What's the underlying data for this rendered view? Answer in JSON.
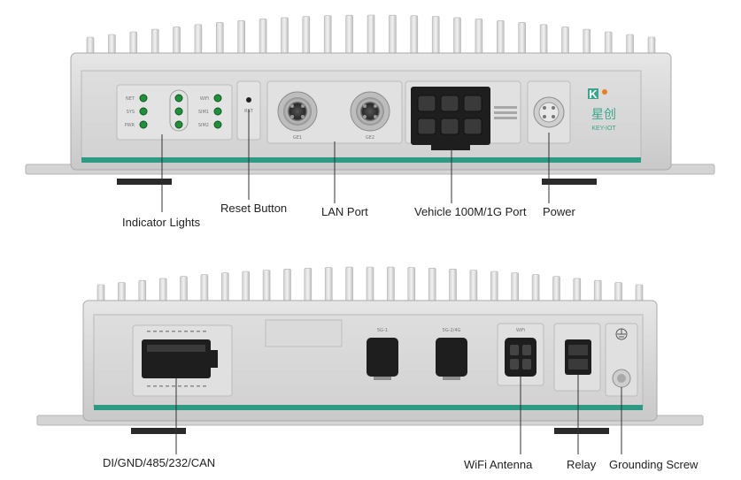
{
  "top_device": {
    "indicator_labels_left": [
      "NET",
      "SYS",
      "PWR"
    ],
    "indicator_labels_right": [
      "WiFi",
      "SIM1",
      "SIM2"
    ],
    "reset_label": "RST",
    "lan_labels": [
      "GE1",
      "GE2"
    ],
    "brand_logo": "K",
    "brand_name_cn": "星创",
    "brand_name": "KEY-IOT"
  },
  "bottom_device": {
    "port_labels": [
      "5G-1",
      "5G-2/4G",
      "WiFi"
    ]
  },
  "callouts": {
    "indicator_lights": "Indicator Lights",
    "reset_button": "Reset Button",
    "lan_port": "LAN Port",
    "vehicle_port": "Vehicle 100M/1G Port",
    "power": "Power",
    "di_port": "DI/GND/485/232/CAN",
    "wifi_antenna": "WiFi Antenna",
    "relay": "Relay",
    "grounding_screw": "Grounding Screw"
  },
  "colors": {
    "accent_stripe": "#2f9a84",
    "led_green": "#1f8f3a",
    "logo_green": "#3aa58a",
    "logo_orange": "#e8801e"
  },
  "icons": {
    "ground": "ground-symbol-icon"
  }
}
